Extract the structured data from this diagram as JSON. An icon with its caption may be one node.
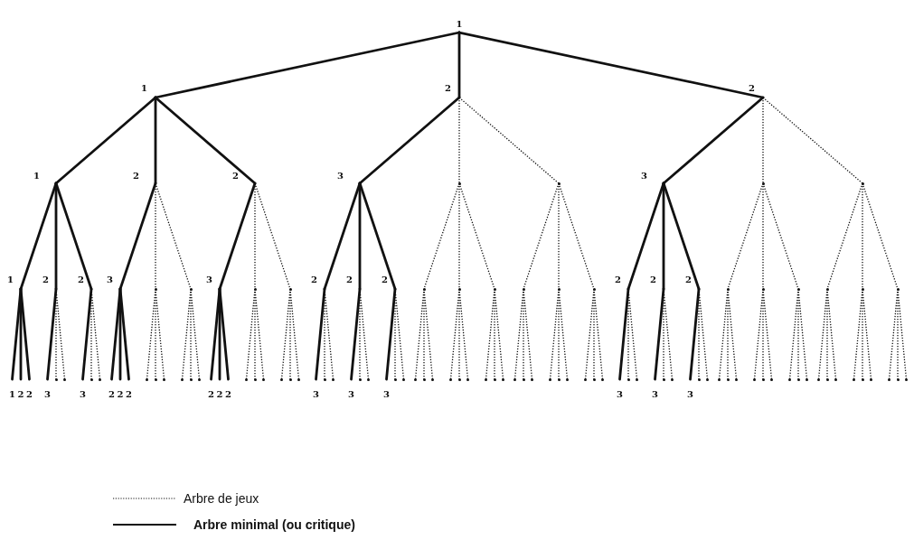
{
  "diagram": {
    "nodes": [
      {
        "text": [
          "1"
        ]
      },
      {
        "text": [
          "1"
        ]
      },
      {
        "text": [
          "2"
        ]
      },
      {
        "text": [
          "2"
        ]
      },
      {
        "text": [
          "1"
        ]
      },
      {
        "text": [
          "2"
        ]
      },
      {
        "text": [
          "2"
        ]
      },
      {
        "text": [
          "3"
        ]
      },
      {
        "text": [],
        "shape": "dot"
      },
      {
        "text": [],
        "shape": "dot"
      },
      {
        "text": [
          "3"
        ]
      },
      {
        "text": [],
        "shape": "dot"
      },
      {
        "text": [],
        "shape": "dot"
      },
      {
        "text": [
          "1"
        ]
      },
      {
        "text": [
          "2"
        ]
      },
      {
        "text": [
          "2"
        ]
      },
      {
        "text": [
          "3"
        ]
      },
      {
        "text": [],
        "shape": "dot"
      },
      {
        "text": [],
        "shape": "dot"
      },
      {
        "text": [
          "3"
        ]
      },
      {
        "text": [],
        "shape": "dot"
      },
      {
        "text": [],
        "shape": "dot"
      },
      {
        "text": [
          "2"
        ]
      },
      {
        "text": [
          "2"
        ]
      },
      {
        "text": [
          "2"
        ]
      },
      {
        "text": [],
        "shape": "dot"
      },
      {
        "text": [],
        "shape": "dot"
      },
      {
        "text": [],
        "shape": "dot"
      },
      {
        "text": [],
        "shape": "dot"
      },
      {
        "text": [],
        "shape": "dot"
      },
      {
        "text": [],
        "shape": "dot"
      },
      {
        "text": [
          "2"
        ]
      },
      {
        "text": [
          "2"
        ]
      },
      {
        "text": [
          "2"
        ]
      },
      {
        "text": [],
        "shape": "dot"
      },
      {
        "text": [],
        "shape": "dot"
      },
      {
        "text": [],
        "shape": "dot"
      },
      {
        "text": [],
        "shape": "dot"
      },
      {
        "text": [],
        "shape": "dot"
      },
      {
        "text": [],
        "shape": "dot"
      },
      {
        "text": [
          "1"
        ]
      },
      {
        "text": [
          "2"
        ]
      },
      {
        "text": [
          "2"
        ]
      },
      {
        "text": [
          "3"
        ]
      },
      {
        "text": [],
        "shape": "dot"
      },
      {
        "text": [],
        "shape": "dot"
      },
      {
        "text": [
          "3"
        ]
      },
      {
        "text": [],
        "shape": "dot"
      },
      {
        "text": [],
        "shape": "dot"
      },
      {
        "text": [
          "2"
        ]
      },
      {
        "text": [
          "2"
        ]
      },
      {
        "text": [
          "2"
        ]
      },
      {
        "text": [],
        "shape": "dot"
      },
      {
        "text": [],
        "shape": "dot"
      },
      {
        "text": [],
        "shape": "dot"
      },
      {
        "text": [],
        "shape": "dot"
      },
      {
        "text": [],
        "shape": "dot"
      },
      {
        "text": [],
        "shape": "dot"
      },
      {
        "text": [
          "2"
        ]
      },
      {
        "text": [
          "2"
        ]
      },
      {
        "text": [
          "2"
        ]
      },
      {
        "text": [],
        "shape": "dot"
      },
      {
        "text": [],
        "shape": "dot"
      },
      {
        "text": [],
        "shape": "dot"
      },
      {
        "text": [],
        "shape": "dot"
      },
      {
        "text": [],
        "shape": "dot"
      },
      {
        "text": [],
        "shape": "dot"
      },
      {
        "text": [
          "3"
        ]
      },
      {
        "text": [],
        "shape": "dot"
      },
      {
        "text": [],
        "shape": "dot"
      },
      {
        "text": [
          "3"
        ]
      },
      {
        "text": [],
        "shape": "dot"
      },
      {
        "text": [],
        "shape": "dot"
      },
      {
        "text": [
          "3"
        ]
      },
      {
        "text": [],
        "shape": "dot"
      },
      {
        "text": [],
        "shape": "dot"
      },
      {
        "text": [],
        "shape": "dot"
      },
      {
        "text": [],
        "shape": "dot"
      },
      {
        "text": [],
        "shape": "dot"
      },
      {
        "text": [],
        "shape": "dot"
      },
      {
        "text": [],
        "shape": "dot"
      },
      {
        "text": [],
        "shape": "dot"
      },
      {
        "text": [],
        "shape": "dot"
      },
      {
        "text": [],
        "shape": "dot"
      },
      {
        "text": [],
        "shape": "dot"
      },
      {
        "text": [],
        "shape": "dot"
      },
      {
        "text": [],
        "shape": "dot"
      },
      {
        "text": [],
        "shape": "dot"
      },
      {
        "text": [],
        "shape": "dot"
      },
      {
        "text": [],
        "shape": "dot"
      },
      {
        "text": [],
        "shape": "dot"
      },
      {
        "text": [],
        "shape": "dot"
      },
      {
        "text": [],
        "shape": "dot"
      },
      {
        "text": [],
        "shape": "dot"
      },
      {
        "text": [
          "3"
        ]
      },
      {
        "text": [],
        "shape": "dot"
      },
      {
        "text": [],
        "shape": "dot"
      },
      {
        "text": [
          "3"
        ]
      },
      {
        "text": [],
        "shape": "dot"
      },
      {
        "text": [],
        "shape": "dot"
      },
      {
        "text": [
          "3"
        ]
      },
      {
        "text": [],
        "shape": "dot"
      },
      {
        "text": [],
        "shape": "dot"
      },
      {
        "text": [],
        "shape": "dot"
      },
      {
        "text": [],
        "shape": "dot"
      },
      {
        "text": [],
        "shape": "dot"
      },
      {
        "text": [],
        "shape": "dot"
      },
      {
        "text": [],
        "shape": "dot"
      },
      {
        "text": [],
        "shape": "dot"
      },
      {
        "text": [],
        "shape": "dot"
      },
      {
        "text": [],
        "shape": "dot"
      },
      {
        "text": [],
        "shape": "dot"
      },
      {
        "text": [],
        "shape": "dot"
      },
      {
        "text": [],
        "shape": "dot"
      },
      {
        "text": [],
        "shape": "dot"
      },
      {
        "text": [],
        "shape": "dot"
      },
      {
        "text": [],
        "shape": "dot"
      },
      {
        "text": [],
        "shape": "dot"
      },
      {
        "text": [],
        "shape": "dot"
      },
      {
        "text": [],
        "shape": "dot"
      },
      {
        "text": [],
        "shape": "dot"
      }
    ],
    "edges": [
      {
        "from": 0,
        "to": 1,
        "arrow": "none"
      },
      {
        "from": 0,
        "to": 2,
        "arrow": "none"
      },
      {
        "from": 0,
        "to": 3,
        "arrow": "none"
      },
      {
        "from": 1,
        "to": 4,
        "arrow": "none"
      },
      {
        "from": 1,
        "to": 5,
        "arrow": "none"
      },
      {
        "from": 1,
        "to": 6,
        "arrow": "none"
      },
      {
        "from": 2,
        "to": 7,
        "arrow": "none"
      },
      {
        "from": 2,
        "to": 8,
        "arrow": "none",
        "style": "dashed"
      },
      {
        "from": 2,
        "to": 9,
        "arrow": "none",
        "style": "dashed"
      },
      {
        "from": 3,
        "to": 10,
        "arrow": "none"
      },
      {
        "from": 3,
        "to": 11,
        "arrow": "none",
        "style": "dashed"
      },
      {
        "from": 3,
        "to": 12,
        "arrow": "none",
        "style": "dashed"
      },
      {
        "from": 4,
        "to": 13,
        "arrow": "none"
      },
      {
        "from": 4,
        "to": 14,
        "arrow": "none"
      },
      {
        "from": 4,
        "to": 15,
        "arrow": "none"
      },
      {
        "from": 5,
        "to": 16,
        "arrow": "none"
      },
      {
        "from": 5,
        "to": 17,
        "arrow": "none",
        "style": "dashed"
      },
      {
        "from": 5,
        "to": 18,
        "arrow": "none",
        "style": "dashed"
      },
      {
        "from": 6,
        "to": 19,
        "arrow": "none"
      },
      {
        "from": 6,
        "to": 20,
        "arrow": "none",
        "style": "dashed"
      },
      {
        "from": 6,
        "to": 21,
        "arrow": "none",
        "style": "dashed"
      },
      {
        "from": 7,
        "to": 22,
        "arrow": "none"
      },
      {
        "from": 7,
        "to": 23,
        "arrow": "none"
      },
      {
        "from": 7,
        "to": 24,
        "arrow": "none"
      },
      {
        "from": 8,
        "to": 25,
        "arrow": "none",
        "style": "dashed"
      },
      {
        "from": 8,
        "to": 26,
        "arrow": "none",
        "style": "dashed"
      },
      {
        "from": 8,
        "to": 27,
        "arrow": "none",
        "style": "dashed"
      },
      {
        "from": 9,
        "to": 28,
        "arrow": "none",
        "style": "dashed"
      },
      {
        "from": 9,
        "to": 29,
        "arrow": "none",
        "style": "dashed"
      },
      {
        "from": 9,
        "to": 30,
        "arrow": "none",
        "style": "dashed"
      },
      {
        "from": 10,
        "to": 31,
        "arrow": "none"
      },
      {
        "from": 10,
        "to": 32,
        "arrow": "none"
      },
      {
        "from": 10,
        "to": 33,
        "arrow": "none"
      },
      {
        "from": 11,
        "to": 34,
        "arrow": "none",
        "style": "dashed"
      },
      {
        "from": 11,
        "to": 35,
        "arrow": "none",
        "style": "dashed"
      },
      {
        "from": 11,
        "to": 36,
        "arrow": "none",
        "style": "dashed"
      },
      {
        "from": 12,
        "to": 37,
        "arrow": "none",
        "style": "dashed"
      },
      {
        "from": 12,
        "to": 38,
        "arrow": "none",
        "style": "dashed"
      },
      {
        "from": 12,
        "to": 39,
        "arrow": "none",
        "style": "dashed"
      },
      {
        "from": 13,
        "to": 40,
        "arrow": "none"
      },
      {
        "from": 13,
        "to": 41,
        "arrow": "none"
      },
      {
        "from": 13,
        "to": 42,
        "arrow": "none"
      },
      {
        "from": 14,
        "to": 43,
        "arrow": "none"
      },
      {
        "from": 14,
        "to": 44,
        "arrow": "none",
        "style": "dashed"
      },
      {
        "from": 14,
        "to": 45,
        "arrow": "none",
        "style": "dashed"
      },
      {
        "from": 15,
        "to": 46,
        "arrow": "none"
      },
      {
        "from": 15,
        "to": 47,
        "arrow": "none",
        "style": "dashed"
      },
      {
        "from": 15,
        "to": 48,
        "arrow": "none",
        "style": "dashed"
      },
      {
        "from": 16,
        "to": 49,
        "arrow": "none"
      },
      {
        "from": 16,
        "to": 50,
        "arrow": "none"
      },
      {
        "from": 16,
        "to": 51,
        "arrow": "none"
      },
      {
        "from": 17,
        "to": 52,
        "arrow": "none",
        "style": "dashed"
      },
      {
        "from": 17,
        "to": 53,
        "arrow": "none",
        "style": "dashed"
      },
      {
        "from": 17,
        "to": 54,
        "arrow": "none",
        "style": "dashed"
      },
      {
        "from": 18,
        "to": 55,
        "arrow": "none",
        "style": "dashed"
      },
      {
        "from": 18,
        "to": 56,
        "arrow": "none",
        "style": "dashed"
      },
      {
        "from": 18,
        "to": 57,
        "arrow": "none",
        "style": "dashed"
      },
      {
        "from": 19,
        "to": 58,
        "arrow": "none"
      },
      {
        "from": 19,
        "to": 59,
        "arrow": "none"
      },
      {
        "from": 19,
        "to": 60,
        "arrow": "none"
      },
      {
        "from": 20,
        "to": 61,
        "arrow": "none",
        "style": "dashed"
      },
      {
        "from": 20,
        "to": 62,
        "arrow": "none",
        "style": "dashed"
      },
      {
        "from": 20,
        "to": 63,
        "arrow": "none",
        "style": "dashed"
      },
      {
        "from": 21,
        "to": 64,
        "arrow": "none",
        "style": "dashed"
      },
      {
        "from": 21,
        "to": 65,
        "arrow": "none",
        "style": "dashed"
      },
      {
        "from": 21,
        "to": 66,
        "arrow": "none",
        "style": "dashed"
      },
      {
        "from": 22,
        "to": 67,
        "arrow": "none"
      },
      {
        "from": 22,
        "to": 68,
        "arrow": "none",
        "style": "dashed"
      },
      {
        "from": 22,
        "to": 69,
        "arrow": "none",
        "style": "dashed"
      },
      {
        "from": 23,
        "to": 70,
        "arrow": "none"
      },
      {
        "from": 23,
        "to": 71,
        "arrow": "none",
        "style": "dashed"
      },
      {
        "from": 23,
        "to": 72,
        "arrow": "none",
        "style": "dashed"
      },
      {
        "from": 24,
        "to": 73,
        "arrow": "none"
      },
      {
        "from": 24,
        "to": 74,
        "arrow": "none",
        "style": "dashed"
      },
      {
        "from": 24,
        "to": 75,
        "arrow": "none",
        "style": "dashed"
      },
      {
        "from": 25,
        "to": 76,
        "arrow": "none",
        "style": "dashed"
      },
      {
        "from": 25,
        "to": 77,
        "arrow": "none",
        "style": "dashed"
      },
      {
        "from": 25,
        "to": 78,
        "arrow": "none",
        "style": "dashed"
      },
      {
        "from": 26,
        "to": 79,
        "arrow": "none",
        "style": "dashed"
      },
      {
        "from": 26,
        "to": 80,
        "arrow": "none",
        "style": "dashed"
      },
      {
        "from": 26,
        "to": 81,
        "arrow": "none",
        "style": "dashed"
      },
      {
        "from": 27,
        "to": 82,
        "arrow": "none",
        "style": "dashed"
      },
      {
        "from": 27,
        "to": 83,
        "arrow": "none",
        "style": "dashed"
      },
      {
        "from": 27,
        "to": 84,
        "arrow": "none",
        "style": "dashed"
      },
      {
        "from": 28,
        "to": 85,
        "arrow": "none",
        "style": "dashed"
      },
      {
        "from": 28,
        "to": 86,
        "arrow": "none",
        "style": "dashed"
      },
      {
        "from": 28,
        "to": 87,
        "arrow": "none",
        "style": "dashed"
      },
      {
        "from": 29,
        "to": 88,
        "arrow": "none",
        "style": "dashed"
      },
      {
        "from": 29,
        "to": 89,
        "arrow": "none",
        "style": "dashed"
      },
      {
        "from": 29,
        "to": 90,
        "arrow": "none",
        "style": "dashed"
      },
      {
        "from": 30,
        "to": 91,
        "arrow": "none",
        "style": "dashed"
      },
      {
        "from": 30,
        "to": 92,
        "arrow": "none",
        "style": "dashed"
      },
      {
        "from": 30,
        "to": 93,
        "arrow": "none",
        "style": "dashed"
      },
      {
        "from": 31,
        "to": 94,
        "arrow": "none"
      },
      {
        "from": 31,
        "to": 95,
        "arrow": "none",
        "style": "dashed"
      },
      {
        "from": 31,
        "to": 96,
        "arrow": "none",
        "style": "dashed"
      },
      {
        "from": 32,
        "to": 97,
        "arrow": "none"
      },
      {
        "from": 32,
        "to": 98,
        "arrow": "none",
        "style": "dashed"
      },
      {
        "from": 32,
        "to": 99,
        "arrow": "none",
        "style": "dashed"
      },
      {
        "from": 33,
        "to": 100,
        "arrow": "none"
      },
      {
        "from": 33,
        "to": 101,
        "arrow": "none",
        "style": "dashed"
      },
      {
        "from": 33,
        "to": 102,
        "arrow": "none",
        "style": "dashed"
      },
      {
        "from": 34,
        "to": 103,
        "arrow": "none",
        "style": "dashed"
      },
      {
        "from": 34,
        "to": 104,
        "arrow": "none",
        "style": "dashed"
      },
      {
        "from": 34,
        "to": 105,
        "arrow": "none",
        "style": "dashed"
      },
      {
        "from": 35,
        "to": 106,
        "arrow": "none",
        "style": "dashed"
      },
      {
        "from": 35,
        "to": 107,
        "arrow": "none",
        "style": "dashed"
      },
      {
        "from": 35,
        "to": 108,
        "arrow": "none",
        "style": "dashed"
      },
      {
        "from": 36,
        "to": 109,
        "arrow": "none",
        "style": "dashed"
      },
      {
        "from": 36,
        "to": 110,
        "arrow": "none",
        "style": "dashed"
      },
      {
        "from": 36,
        "to": 111,
        "arrow": "none",
        "style": "dashed"
      },
      {
        "from": 37,
        "to": 112,
        "arrow": "none",
        "style": "dashed"
      },
      {
        "from": 37,
        "to": 113,
        "arrow": "none",
        "style": "dashed"
      },
      {
        "from": 37,
        "to": 114,
        "arrow": "none",
        "style": "dashed"
      },
      {
        "from": 38,
        "to": 115,
        "arrow": "none",
        "style": "dashed"
      },
      {
        "from": 38,
        "to": 116,
        "arrow": "none",
        "style": "dashed"
      },
      {
        "from": 38,
        "to": 117,
        "arrow": "none",
        "style": "dashed"
      },
      {
        "from": 39,
        "to": 118,
        "arrow": "none",
        "style": "dashed"
      },
      {
        "from": 39,
        "to": 119,
        "arrow": "none",
        "style": "dashed"
      },
      {
        "from": 39,
        "to": 120,
        "arrow": "none",
        "style": "dashed"
      }
    ],
    "legend": [
      {
        "text": "Arbre de jeux"
      },
      {
        "text": "Arbre minimal (ou critique)"
      }
    ]
  }
}
